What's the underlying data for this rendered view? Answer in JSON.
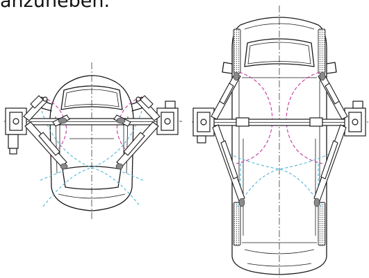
{
  "caption": "anzuheben.",
  "colors": {
    "line": "#1a1a1a",
    "swing_arc_cyan": "#4fb6d8",
    "swing_arc_magenta": "#c0399a",
    "pad_grey": "#8a8a8a",
    "background": "#ffffff"
  },
  "figures": [
    {
      "name": "short-vehicle-top-view"
    },
    {
      "name": "van-top-view"
    }
  ]
}
